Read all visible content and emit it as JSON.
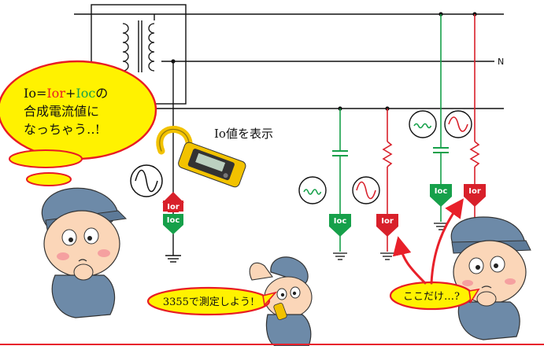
{
  "neutral_label": "N",
  "meter_caption": "Io値を表示",
  "thought_bubble": {
    "prefix": "Io=",
    "ior": "Ior",
    "plus": "+",
    "ioc": "Ioc",
    "suffix": "の",
    "line2": "合成電流値に",
    "line3": "なっちゃう‥!"
  },
  "speech_center": "3355で測定しよう!",
  "speech_right": "ここだけ…?",
  "badges": {
    "ior": "Ior",
    "ioc": "Ioc"
  },
  "colors": {
    "line": "#111111",
    "ior_red": "#d8202a",
    "ioc_green": "#16a04a",
    "bubble_yellow": "#fff200",
    "bubble_border": "#e81c24",
    "arrow_red": "#e8202a",
    "skin": "#fbd6b8",
    "cap_blue": "#6d8aa8"
  }
}
